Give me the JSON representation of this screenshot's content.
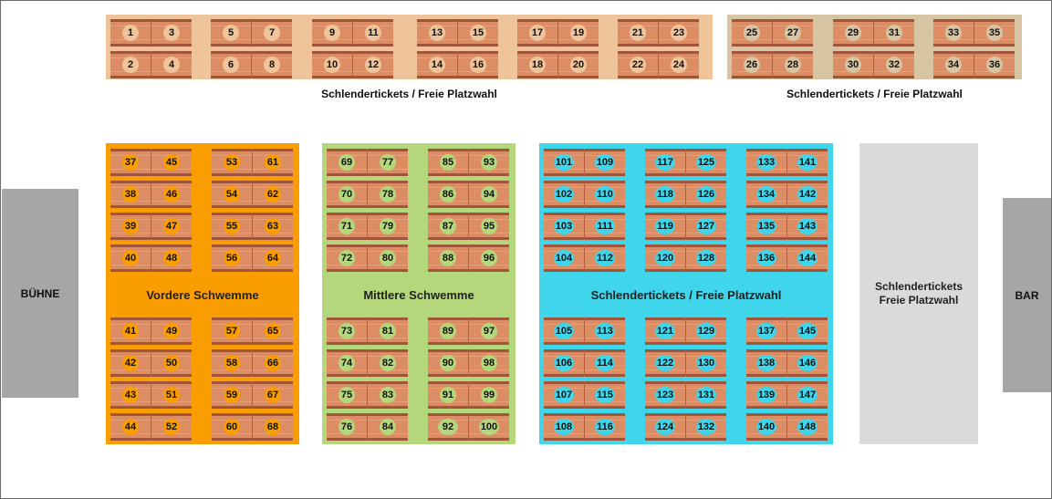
{
  "colors": {
    "top_a": "#efc49b",
    "top_b": "#d6c4a3",
    "vordere": "#fa9d00",
    "mittlere": "#b5d77c",
    "freie": "#3fd5ea",
    "stage": "#a6a6a6",
    "free_area": "#dadada"
  },
  "labels": {
    "stage": "BÜHNE",
    "bar": "BAR",
    "top_a": "Schlendertickets / Freie Platzwahl",
    "top_b": "Schlendertickets / Freie Platzwahl",
    "vordere": "Vordere Schwemme",
    "mittlere": "Mittlere Schwemme",
    "freie": "Schlendertickets / Freie Platzwahl",
    "free_area_line1": "Schlendertickets",
    "free_area_line2": "Freie Platzwahl"
  },
  "tables": [
    {
      "seats": [
        "1",
        "3"
      ],
      "zone": "top_a"
    },
    {
      "seats": [
        "5",
        "7"
      ],
      "zone": "top_a"
    },
    {
      "seats": [
        "9",
        "11"
      ],
      "zone": "top_a"
    },
    {
      "seats": [
        "13",
        "15"
      ],
      "zone": "top_a"
    },
    {
      "seats": [
        "17",
        "19"
      ],
      "zone": "top_a"
    },
    {
      "seats": [
        "21",
        "23"
      ],
      "zone": "top_a"
    },
    {
      "seats": [
        "2",
        "4"
      ],
      "zone": "top_a"
    },
    {
      "seats": [
        "6",
        "8"
      ],
      "zone": "top_a"
    },
    {
      "seats": [
        "10",
        "12"
      ],
      "zone": "top_a"
    },
    {
      "seats": [
        "14",
        "16"
      ],
      "zone": "top_a"
    },
    {
      "seats": [
        "18",
        "20"
      ],
      "zone": "top_a"
    },
    {
      "seats": [
        "22",
        "24"
      ],
      "zone": "top_a"
    },
    {
      "seats": [
        "25",
        "27"
      ],
      "zone": "top_b"
    },
    {
      "seats": [
        "29",
        "31"
      ],
      "zone": "top_b"
    },
    {
      "seats": [
        "33",
        "35"
      ],
      "zone": "top_b"
    },
    {
      "seats": [
        "26",
        "28"
      ],
      "zone": "top_b"
    },
    {
      "seats": [
        "30",
        "32"
      ],
      "zone": "top_b"
    },
    {
      "seats": [
        "34",
        "36"
      ],
      "zone": "top_b"
    },
    {
      "seats": [
        "37",
        "45"
      ],
      "zone": "vordere"
    },
    {
      "seats": [
        "53",
        "61"
      ],
      "zone": "vordere"
    },
    {
      "seats": [
        "38",
        "46"
      ],
      "zone": "vordere"
    },
    {
      "seats": [
        "54",
        "62"
      ],
      "zone": "vordere"
    },
    {
      "seats": [
        "39",
        "47"
      ],
      "zone": "vordere"
    },
    {
      "seats": [
        "55",
        "63"
      ],
      "zone": "vordere"
    },
    {
      "seats": [
        "40",
        "48"
      ],
      "zone": "vordere"
    },
    {
      "seats": [
        "56",
        "64"
      ],
      "zone": "vordere"
    },
    {
      "seats": [
        "41",
        "49"
      ],
      "zone": "vordere"
    },
    {
      "seats": [
        "57",
        "65"
      ],
      "zone": "vordere"
    },
    {
      "seats": [
        "42",
        "50"
      ],
      "zone": "vordere"
    },
    {
      "seats": [
        "58",
        "66"
      ],
      "zone": "vordere"
    },
    {
      "seats": [
        "43",
        "51"
      ],
      "zone": "vordere"
    },
    {
      "seats": [
        "59",
        "67"
      ],
      "zone": "vordere"
    },
    {
      "seats": [
        "44",
        "52"
      ],
      "zone": "vordere"
    },
    {
      "seats": [
        "60",
        "68"
      ],
      "zone": "vordere"
    },
    {
      "seats": [
        "69",
        "77"
      ],
      "zone": "mittlere"
    },
    {
      "seats": [
        "85",
        "93"
      ],
      "zone": "mittlere"
    },
    {
      "seats": [
        "70",
        "78"
      ],
      "zone": "mittlere"
    },
    {
      "seats": [
        "86",
        "94"
      ],
      "zone": "mittlere"
    },
    {
      "seats": [
        "71",
        "79"
      ],
      "zone": "mittlere"
    },
    {
      "seats": [
        "87",
        "95"
      ],
      "zone": "mittlere"
    },
    {
      "seats": [
        "72",
        "80"
      ],
      "zone": "mittlere"
    },
    {
      "seats": [
        "88",
        "96"
      ],
      "zone": "mittlere"
    },
    {
      "seats": [
        "73",
        "81"
      ],
      "zone": "mittlere"
    },
    {
      "seats": [
        "89",
        "97"
      ],
      "zone": "mittlere"
    },
    {
      "seats": [
        "74",
        "82"
      ],
      "zone": "mittlere"
    },
    {
      "seats": [
        "90",
        "98"
      ],
      "zone": "mittlere"
    },
    {
      "seats": [
        "75",
        "83"
      ],
      "zone": "mittlere"
    },
    {
      "seats": [
        "91",
        "99"
      ],
      "zone": "mittlere"
    },
    {
      "seats": [
        "76",
        "84"
      ],
      "zone": "mittlere"
    },
    {
      "seats": [
        "92",
        "100"
      ],
      "zone": "mittlere"
    },
    {
      "seats": [
        "101",
        "109"
      ],
      "zone": "freie"
    },
    {
      "seats": [
        "117",
        "125"
      ],
      "zone": "freie"
    },
    {
      "seats": [
        "133",
        "141"
      ],
      "zone": "freie"
    },
    {
      "seats": [
        "102",
        "110"
      ],
      "zone": "freie"
    },
    {
      "seats": [
        "118",
        "126"
      ],
      "zone": "freie"
    },
    {
      "seats": [
        "134",
        "142"
      ],
      "zone": "freie"
    },
    {
      "seats": [
        "103",
        "111"
      ],
      "zone": "freie"
    },
    {
      "seats": [
        "119",
        "127"
      ],
      "zone": "freie"
    },
    {
      "seats": [
        "135",
        "143"
      ],
      "zone": "freie"
    },
    {
      "seats": [
        "104",
        "112"
      ],
      "zone": "freie"
    },
    {
      "seats": [
        "120",
        "128"
      ],
      "zone": "freie"
    },
    {
      "seats": [
        "136",
        "144"
      ],
      "zone": "freie"
    },
    {
      "seats": [
        "105",
        "113"
      ],
      "zone": "freie"
    },
    {
      "seats": [
        "121",
        "129"
      ],
      "zone": "freie"
    },
    {
      "seats": [
        "137",
        "145"
      ],
      "zone": "freie"
    },
    {
      "seats": [
        "106",
        "114"
      ],
      "zone": "freie"
    },
    {
      "seats": [
        "122",
        "130"
      ],
      "zone": "freie"
    },
    {
      "seats": [
        "138",
        "146"
      ],
      "zone": "freie"
    },
    {
      "seats": [
        "107",
        "115"
      ],
      "zone": "freie"
    },
    {
      "seats": [
        "123",
        "131"
      ],
      "zone": "freie"
    },
    {
      "seats": [
        "139",
        "147"
      ],
      "zone": "freie"
    },
    {
      "seats": [
        "108",
        "116"
      ],
      "zone": "freie"
    },
    {
      "seats": [
        "124",
        "132"
      ],
      "zone": "freie"
    },
    {
      "seats": [
        "140",
        "148"
      ],
      "zone": "freie"
    }
  ]
}
